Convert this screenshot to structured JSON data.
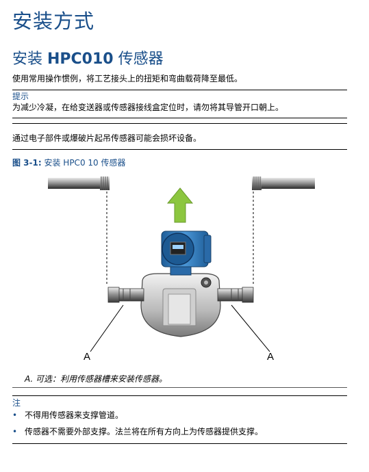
{
  "page_title": "安装方式",
  "section": {
    "prefix": "安装 ",
    "model": "HPC010",
    "suffix": " 传感器"
  },
  "intro": "使用常用操作惯例，将工艺接头上的扭矩和弯曲载荷降至最低。",
  "tip": {
    "label": "提示",
    "text": "为减少冷凝，在给变送器或传感器接线盒定位时，请勿将其导管开口朝上。"
  },
  "warning_text": "通过电子部件或爆破片起吊传感器可能会损坏设备。",
  "figure": {
    "number": "图 3-1:",
    "title": " 安装 HPC0 10 传感器",
    "callout_left": "A",
    "callout_right": "A",
    "legend": "A.  可选：利用传感器槽来安装传感器。"
  },
  "note": {
    "label": "注",
    "items": [
      "不得用传感器来支撑管道。",
      "传感器不需要外部支撑。法兰将在所有方向上为传感器提供支撑。"
    ]
  },
  "colors": {
    "heading": "#1a4f8a",
    "arrow": "#8cc63f",
    "transmitter": "#2e77b8"
  }
}
